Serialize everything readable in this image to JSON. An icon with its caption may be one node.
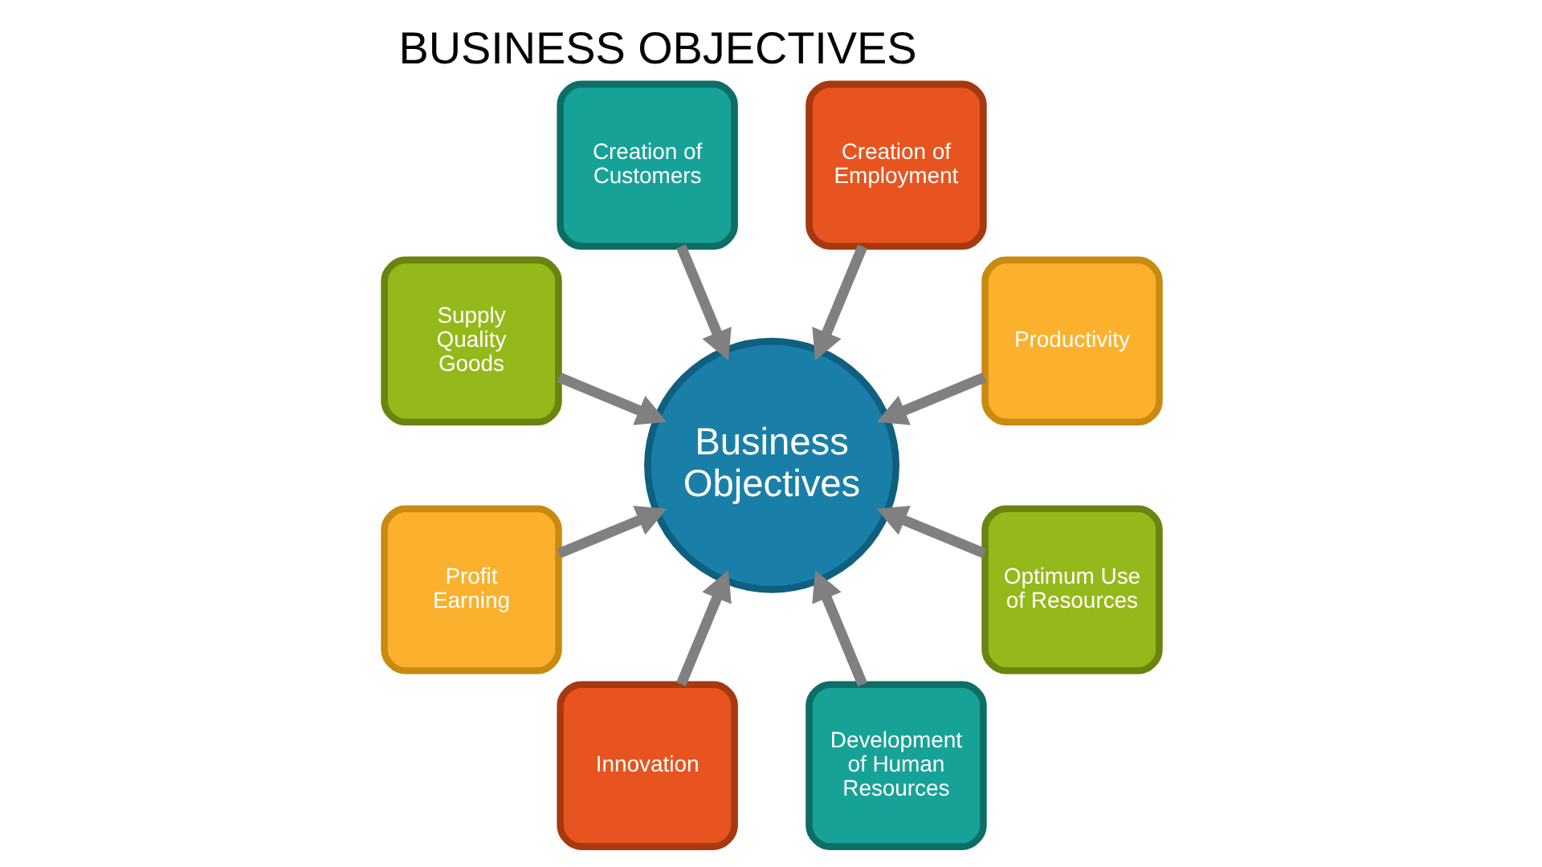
{
  "diagram": {
    "title": "BUSINESS OBJECTIVES",
    "nodes": [
      {
        "text": [
          "Business Objectives"
        ]
      },
      {
        "text": [
          "Productivity"
        ]
      },
      {
        "text": [
          "Creation of Employment"
        ]
      },
      {
        "text": [
          "Creation of Customers"
        ]
      },
      {
        "text": [
          "Supply Quality Goods"
        ]
      },
      {
        "text": [
          "Profit Earning"
        ]
      },
      {
        "text": [
          "Innovation"
        ]
      },
      {
        "text": [
          "Development of Human Resources"
        ]
      },
      {
        "text": [
          "Optimum Use of Resources"
        ]
      }
    ],
    "edges": [
      {
        "from": 1,
        "to": 0,
        "arrow": "to"
      },
      {
        "from": 2,
        "to": 0,
        "arrow": "to"
      },
      {
        "from": 3,
        "to": 0,
        "arrow": "to"
      },
      {
        "from": 4,
        "to": 0,
        "arrow": "to"
      },
      {
        "from": 5,
        "to": 0,
        "arrow": "to"
      },
      {
        "from": 6,
        "to": 0,
        "arrow": "to"
      },
      {
        "from": 7,
        "to": 0,
        "arrow": "to"
      },
      {
        "from": 8,
        "to": 0,
        "arrow": "to"
      }
    ]
  }
}
